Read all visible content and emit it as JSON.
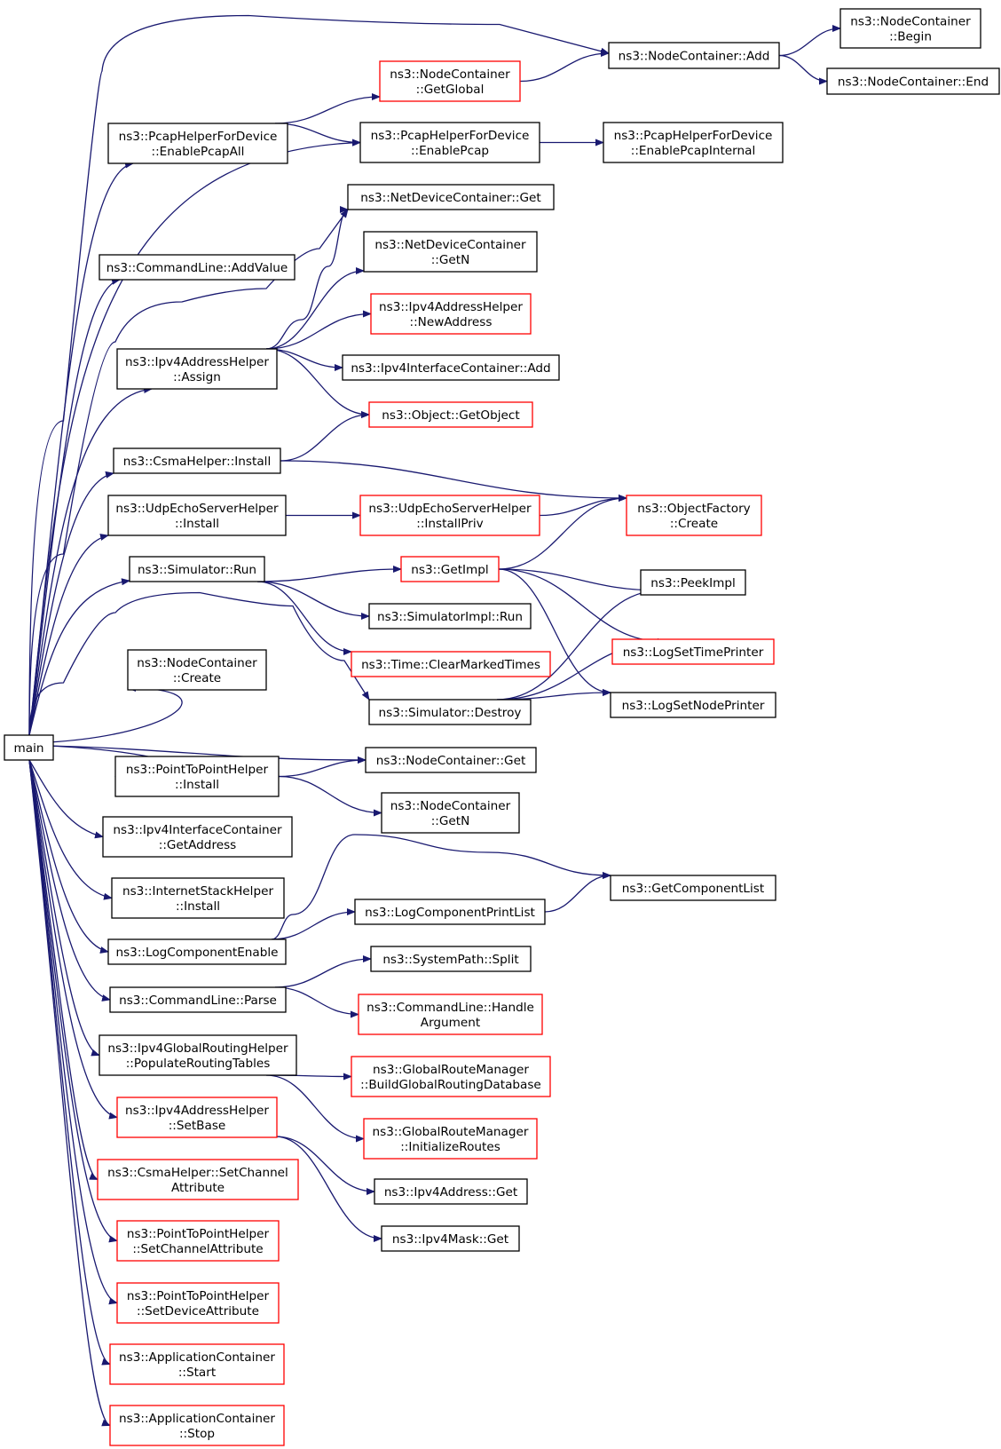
{
  "colors": {
    "edge": "#191970",
    "border_normal": "#000000",
    "border_external": "#ff0000",
    "root_fill": "#bfbfbf",
    "background": "#ffffff"
  },
  "nodes": [
    {
      "id": "main",
      "lines": [
        "main"
      ],
      "style": "root"
    },
    {
      "id": "nc_add",
      "lines": [
        "ns3::NodeContainer::Add"
      ],
      "style": "normal"
    },
    {
      "id": "nc_begin",
      "lines": [
        "ns3::NodeContainer",
        "::Begin"
      ],
      "style": "normal"
    },
    {
      "id": "nc_end",
      "lines": [
        "ns3::NodeContainer::End"
      ],
      "style": "normal"
    },
    {
      "id": "nc_getglobal",
      "lines": [
        "ns3::NodeContainer",
        "::GetGlobal"
      ],
      "style": "external"
    },
    {
      "id": "pcap_all",
      "lines": [
        "ns3::PcapHelperForDevice",
        "::EnablePcapAll"
      ],
      "style": "normal"
    },
    {
      "id": "pcap",
      "lines": [
        "ns3::PcapHelperForDevice",
        "::EnablePcap"
      ],
      "style": "normal"
    },
    {
      "id": "pcap_internal",
      "lines": [
        "ns3::PcapHelperForDevice",
        "::EnablePcapInternal"
      ],
      "style": "normal"
    },
    {
      "id": "ndc_get",
      "lines": [
        "ns3::NetDeviceContainer::Get"
      ],
      "style": "normal"
    },
    {
      "id": "cl_addvalue",
      "lines": [
        "ns3::CommandLine::AddValue"
      ],
      "style": "normal"
    },
    {
      "id": "ndc_getn",
      "lines": [
        "ns3::NetDeviceContainer",
        "::GetN"
      ],
      "style": "normal"
    },
    {
      "id": "ipv4ah_newaddr",
      "lines": [
        "ns3::Ipv4AddressHelper",
        "::NewAddress"
      ],
      "style": "external"
    },
    {
      "id": "ipv4ah_assign",
      "lines": [
        "ns3::Ipv4AddressHelper",
        "::Assign"
      ],
      "style": "normal"
    },
    {
      "id": "ipv4ic_add",
      "lines": [
        "ns3::Ipv4InterfaceContainer::Add"
      ],
      "style": "normal"
    },
    {
      "id": "obj_getobject",
      "lines": [
        "ns3::Object::GetObject"
      ],
      "style": "external"
    },
    {
      "id": "csma_install",
      "lines": [
        "ns3::CsmaHelper::Install"
      ],
      "style": "normal"
    },
    {
      "id": "udp_install",
      "lines": [
        "ns3::UdpEchoServerHelper",
        "::Install"
      ],
      "style": "normal"
    },
    {
      "id": "udp_installpriv",
      "lines": [
        "ns3::UdpEchoServerHelper",
        "::InstallPriv"
      ],
      "style": "external"
    },
    {
      "id": "of_create",
      "lines": [
        "ns3::ObjectFactory",
        "::Create"
      ],
      "style": "external"
    },
    {
      "id": "sim_run",
      "lines": [
        "ns3::Simulator::Run"
      ],
      "style": "normal"
    },
    {
      "id": "getimpl",
      "lines": [
        "ns3::GetImpl"
      ],
      "style": "external"
    },
    {
      "id": "peekimpl",
      "lines": [
        "ns3::PeekImpl"
      ],
      "style": "normal"
    },
    {
      "id": "simimpl_run",
      "lines": [
        "ns3::SimulatorImpl::Run"
      ],
      "style": "normal"
    },
    {
      "id": "time_clear",
      "lines": [
        "ns3::Time::ClearMarkedTimes"
      ],
      "style": "external"
    },
    {
      "id": "logtime",
      "lines": [
        "ns3::LogSetTimePrinter"
      ],
      "style": "external"
    },
    {
      "id": "nc_create",
      "lines": [
        "ns3::NodeContainer",
        "::Create"
      ],
      "style": "normal"
    },
    {
      "id": "sim_destroy",
      "lines": [
        "ns3::Simulator::Destroy"
      ],
      "style": "normal"
    },
    {
      "id": "lognode",
      "lines": [
        "ns3::LogSetNodePrinter"
      ],
      "style": "normal"
    },
    {
      "id": "nc_get",
      "lines": [
        "ns3::NodeContainer::Get"
      ],
      "style": "normal"
    },
    {
      "id": "p2p_install",
      "lines": [
        "ns3::PointToPointHelper",
        "::Install"
      ],
      "style": "normal"
    },
    {
      "id": "nc_getn",
      "lines": [
        "ns3::NodeContainer",
        "::GetN"
      ],
      "style": "normal"
    },
    {
      "id": "ipv4ic_getaddr",
      "lines": [
        "ns3::Ipv4InterfaceContainer",
        "::GetAddress"
      ],
      "style": "normal"
    },
    {
      "id": "ish_install",
      "lines": [
        "ns3::InternetStackHelper",
        "::Install"
      ],
      "style": "normal"
    },
    {
      "id": "getcomplist",
      "lines": [
        "ns3::GetComponentList"
      ],
      "style": "normal"
    },
    {
      "id": "logcompprint",
      "lines": [
        "ns3::LogComponentPrintList"
      ],
      "style": "normal"
    },
    {
      "id": "logcompenable",
      "lines": [
        "ns3::LogComponentEnable"
      ],
      "style": "normal"
    },
    {
      "id": "syspath_split",
      "lines": [
        "ns3::SystemPath::Split"
      ],
      "style": "normal"
    },
    {
      "id": "cl_parse",
      "lines": [
        "ns3::CommandLine::Parse"
      ],
      "style": "normal"
    },
    {
      "id": "cl_handlearg",
      "lines": [
        "ns3::CommandLine::Handle",
        "Argument"
      ],
      "style": "external"
    },
    {
      "id": "ipv4grh_populate",
      "lines": [
        "ns3::Ipv4GlobalRoutingHelper",
        "::PopulateRoutingTables"
      ],
      "style": "normal"
    },
    {
      "id": "grm_build",
      "lines": [
        "ns3::GlobalRouteManager",
        "::BuildGlobalRoutingDatabase"
      ],
      "style": "external"
    },
    {
      "id": "grm_init",
      "lines": [
        "ns3::GlobalRouteManager",
        "::InitializeRoutes"
      ],
      "style": "external"
    },
    {
      "id": "ipv4ah_setbase",
      "lines": [
        "ns3::Ipv4AddressHelper",
        "::SetBase"
      ],
      "style": "external"
    },
    {
      "id": "ipv4addr_get",
      "lines": [
        "ns3::Ipv4Address::Get"
      ],
      "style": "normal"
    },
    {
      "id": "csma_setchan",
      "lines": [
        "ns3::CsmaHelper::SetChannel",
        "Attribute"
      ],
      "style": "external"
    },
    {
      "id": "ipv4mask_get",
      "lines": [
        "ns3::Ipv4Mask::Get"
      ],
      "style": "normal"
    },
    {
      "id": "p2p_setchan",
      "lines": [
        "ns3::PointToPointHelper",
        "::SetChannelAttribute"
      ],
      "style": "external"
    },
    {
      "id": "p2p_setdev",
      "lines": [
        "ns3::PointToPointHelper",
        "::SetDeviceAttribute"
      ],
      "style": "external"
    },
    {
      "id": "app_start",
      "lines": [
        "ns3::ApplicationContainer",
        "::Start"
      ],
      "style": "external"
    },
    {
      "id": "app_stop",
      "lines": [
        "ns3::ApplicationContainer",
        "::Stop"
      ],
      "style": "external"
    }
  ],
  "edges": [
    [
      "main",
      "nc_add"
    ],
    [
      "main",
      "pcap_all"
    ],
    [
      "main",
      "pcap"
    ],
    [
      "main",
      "cl_addvalue"
    ],
    [
      "main",
      "ndc_get"
    ],
    [
      "main",
      "ipv4ah_assign"
    ],
    [
      "main",
      "csma_install"
    ],
    [
      "main",
      "udp_install"
    ],
    [
      "main",
      "sim_run"
    ],
    [
      "main",
      "sim_destroy"
    ],
    [
      "main",
      "nc_create"
    ],
    [
      "main",
      "nc_get"
    ],
    [
      "main",
      "p2p_install"
    ],
    [
      "main",
      "ipv4ic_getaddr"
    ],
    [
      "main",
      "ish_install"
    ],
    [
      "main",
      "logcompenable"
    ],
    [
      "main",
      "cl_parse"
    ],
    [
      "main",
      "ipv4grh_populate"
    ],
    [
      "main",
      "ipv4ah_setbase"
    ],
    [
      "main",
      "csma_setchan"
    ],
    [
      "main",
      "p2p_setchan"
    ],
    [
      "main",
      "p2p_setdev"
    ],
    [
      "main",
      "app_start"
    ],
    [
      "main",
      "app_stop"
    ],
    [
      "nc_add",
      "nc_begin"
    ],
    [
      "nc_add",
      "nc_end"
    ],
    [
      "nc_getglobal",
      "nc_add"
    ],
    [
      "pcap_all",
      "nc_getglobal"
    ],
    [
      "pcap_all",
      "pcap"
    ],
    [
      "pcap",
      "pcap_internal"
    ],
    [
      "ipv4ah_assign",
      "ndc_get"
    ],
    [
      "ipv4ah_assign",
      "ndc_getn"
    ],
    [
      "ipv4ah_assign",
      "ipv4ah_newaddr"
    ],
    [
      "ipv4ah_assign",
      "ipv4ic_add"
    ],
    [
      "ipv4ah_assign",
      "obj_getobject"
    ],
    [
      "csma_install",
      "obj_getobject"
    ],
    [
      "csma_install",
      "of_create"
    ],
    [
      "udp_install",
      "udp_installpriv"
    ],
    [
      "udp_installpriv",
      "of_create"
    ],
    [
      "sim_run",
      "getimpl"
    ],
    [
      "sim_run",
      "simimpl_run"
    ],
    [
      "sim_run",
      "time_clear"
    ],
    [
      "getimpl",
      "of_create"
    ],
    [
      "getimpl",
      "peekimpl"
    ],
    [
      "getimpl",
      "logtime"
    ],
    [
      "getimpl",
      "lognode"
    ],
    [
      "sim_destroy",
      "peekimpl"
    ],
    [
      "sim_destroy",
      "logtime"
    ],
    [
      "sim_destroy",
      "lognode"
    ],
    [
      "p2p_install",
      "nc_get"
    ],
    [
      "p2p_install",
      "nc_getn"
    ],
    [
      "logcompenable",
      "getcomplist"
    ],
    [
      "logcompenable",
      "logcompprint"
    ],
    [
      "logcompprint",
      "getcomplist"
    ],
    [
      "cl_parse",
      "syspath_split"
    ],
    [
      "cl_parse",
      "cl_handlearg"
    ],
    [
      "ipv4grh_populate",
      "grm_build"
    ],
    [
      "ipv4grh_populate",
      "grm_init"
    ],
    [
      "ipv4ah_setbase",
      "ipv4addr_get"
    ],
    [
      "ipv4ah_setbase",
      "ipv4mask_get"
    ]
  ]
}
